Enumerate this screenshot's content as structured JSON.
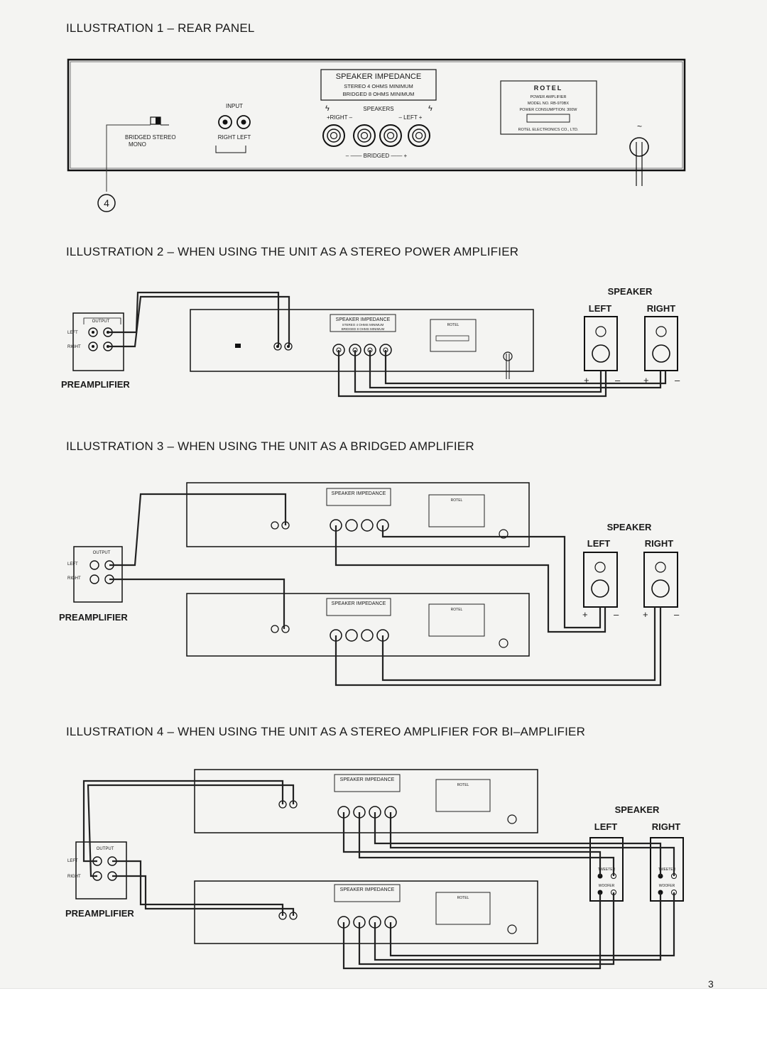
{
  "titles": {
    "ill1": "ILLUSTRATION 1 – REAR PANEL",
    "ill2": "ILLUSTRATION 2 – WHEN USING THE UNIT AS A STEREO POWER AMPLIFIER",
    "ill3": "ILLUSTRATION 3 – WHEN USING THE UNIT AS A BRIDGED AMPLIFIER",
    "ill4": "ILLUSTRATION 4 – WHEN USING THE UNIT AS A STEREO AMPLIFIER FOR BI–AMPLIFIER"
  },
  "panel": {
    "impedance_title": "SPEAKER  IMPEDANCE",
    "impedance_stereo": "STEREO   4  OHMS  MINIMUM",
    "impedance_bridged": "BRIDGED  8  OHMS  MINIMUM",
    "speakers_label": "SPEAKERS",
    "right_label": "+RIGHT –",
    "left_label": "– LEFT +",
    "bridged_label": "– ——  BRIDGED  —— +",
    "input_label": "INPUT",
    "input_jacks": "RIGHT  LEFT",
    "mode_label": "BRIDGED   STEREO",
    "mono_label": "MONO",
    "brand": "ROTEL",
    "product_line1": "POWER  AMPLIFIER",
    "product_line2": "MODEL  NO.   RB-970BX",
    "product_line3": "POWER  CONSUMPTION: 300W",
    "maker": "ROTEL  ELECTRONICS  CO.,  LTD.",
    "callout": "4",
    "ac_symbol": "~"
  },
  "preamp": {
    "output_label": "OUTPUT",
    "left_label": "LEFT",
    "right_label": "RIGHT",
    "name": "PREAMPLIFIER"
  },
  "speakers": {
    "header": "SPEAKER",
    "left": "LEFT",
    "right": "RIGHT",
    "tweeter": "TWEETER",
    "woofer": "WOOFER",
    "plus": "+",
    "minus": "–"
  },
  "page_number": "3"
}
